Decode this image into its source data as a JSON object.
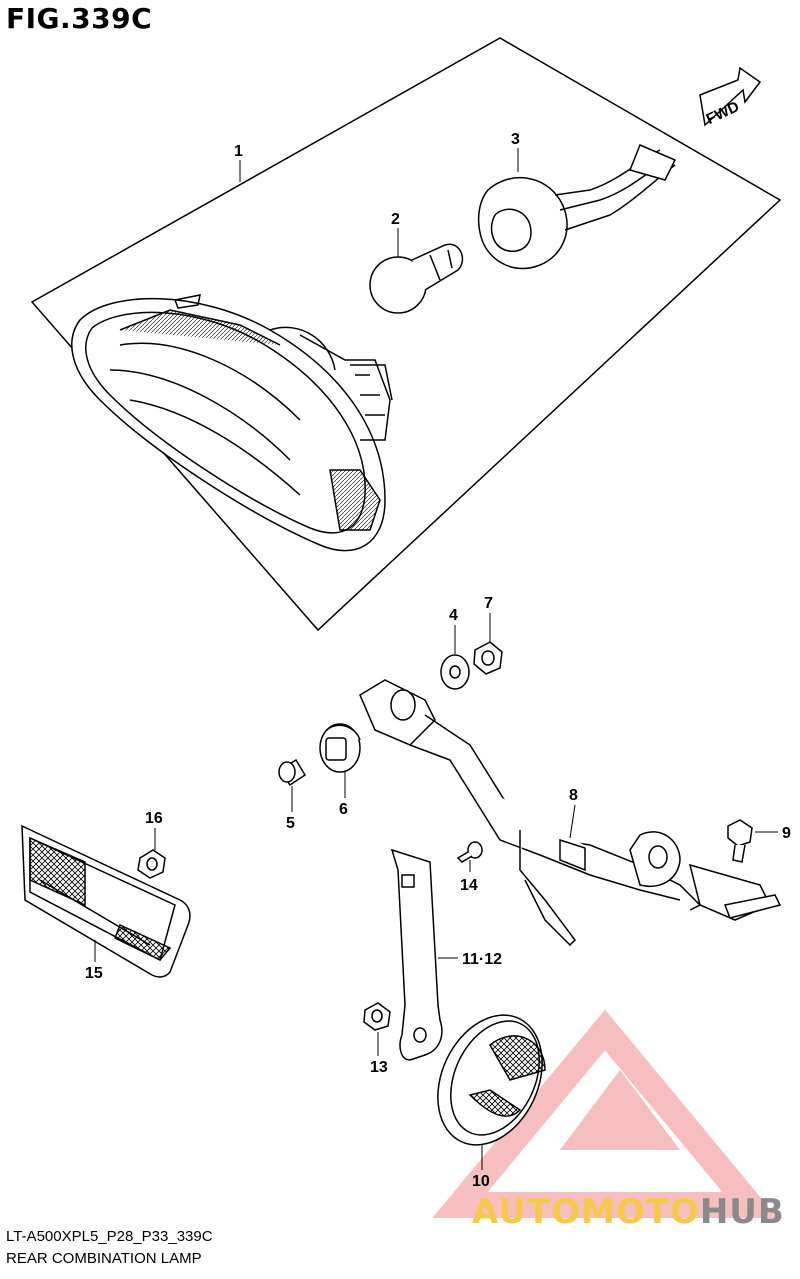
{
  "figure": {
    "title": "FIG.339C",
    "model_code": "LT-A500XPL5_P28_P33_339C",
    "section_name": "REAR COMBINATION LAMP",
    "direction_tag": "FWD"
  },
  "callouts": {
    "c1": "1",
    "c2": "2",
    "c3": "3",
    "c4": "4",
    "c5": "5",
    "c6": "6",
    "c7": "7",
    "c8": "8",
    "c9": "9",
    "c10": "10",
    "c11": "11·12",
    "c13": "13",
    "c14": "14",
    "c15": "15",
    "c16": "16"
  },
  "watermark": {
    "part1": "AUTO",
    "part2": "MOTO",
    "part3": "HUB",
    "accent_color": "#f08a8a",
    "text_color_primary": "#f7c94a",
    "text_color_secondary": "#8a8a8a"
  }
}
